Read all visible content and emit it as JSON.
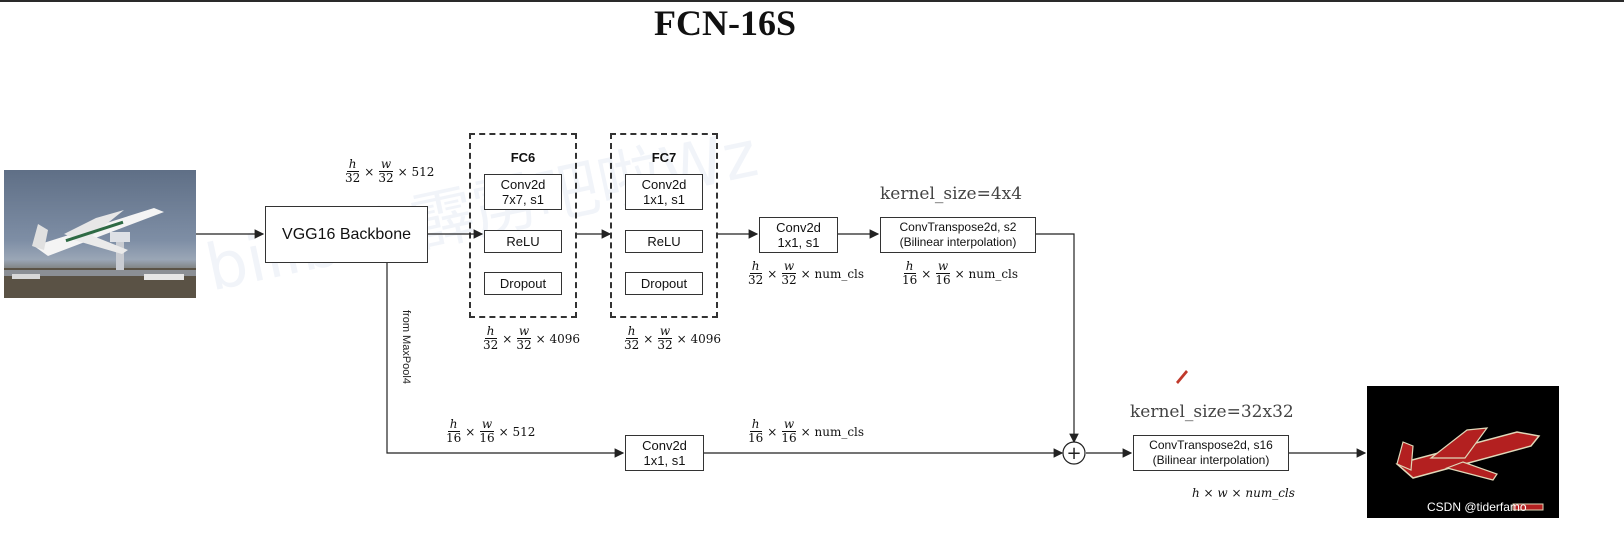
{
  "title": "FCN-16S",
  "nodes": {
    "backbone": "VGG16 Backbone",
    "fc6": {
      "label": "FC6",
      "conv": [
        "Conv2d",
        "7x7, s1"
      ],
      "relu": "ReLU",
      "dropout": "Dropout"
    },
    "fc7": {
      "label": "FC7",
      "conv": [
        "Conv2d",
        "1x1, s1"
      ],
      "relu": "ReLU",
      "dropout": "Dropout"
    },
    "score32": [
      "Conv2d",
      "1x1, s1"
    ],
    "upsample2": [
      "ConvTranspose2d, s2",
      "(Bilinear interpolation)"
    ],
    "score16": [
      "Conv2d",
      "1x1, s1"
    ],
    "upsample16": [
      "ConvTranspose2d, s16",
      "(Bilinear interpolation)"
    ],
    "plus": "+"
  },
  "dims": {
    "backbone_out": {
      "num1": "h",
      "den1": "32",
      "num2": "w",
      "den2": "32",
      "tail": "× 512"
    },
    "fc6_out": {
      "num1": "h",
      "den1": "32",
      "num2": "w",
      "den2": "32",
      "tail": "× 4096"
    },
    "fc7_out": {
      "num1": "h",
      "den1": "32",
      "num2": "w",
      "den2": "32",
      "tail": "× 4096"
    },
    "score32_out": {
      "num1": "h",
      "den1": "32",
      "num2": "w",
      "den2": "32",
      "tail": "× num_cls"
    },
    "up2_out": {
      "num1": "h",
      "den1": "16",
      "num2": "w",
      "den2": "16",
      "tail": "× num_cls"
    },
    "pool4_out": {
      "num1": "h",
      "den1": "16",
      "num2": "w",
      "den2": "16",
      "tail": "× 512"
    },
    "score16_out": {
      "num1": "h",
      "den1": "16",
      "num2": "w",
      "den2": "16",
      "tail": "× num_cls"
    },
    "final_out": "h × w × num_cls"
  },
  "kernel_labels": {
    "up2": "kernel_size=4x4",
    "up16": "kernel_size=32x32"
  },
  "side_label": "from MaxPool4",
  "watermark": "bilibili 霹雳吧啦Wz",
  "csdn": "CSDN @tiderfamo"
}
